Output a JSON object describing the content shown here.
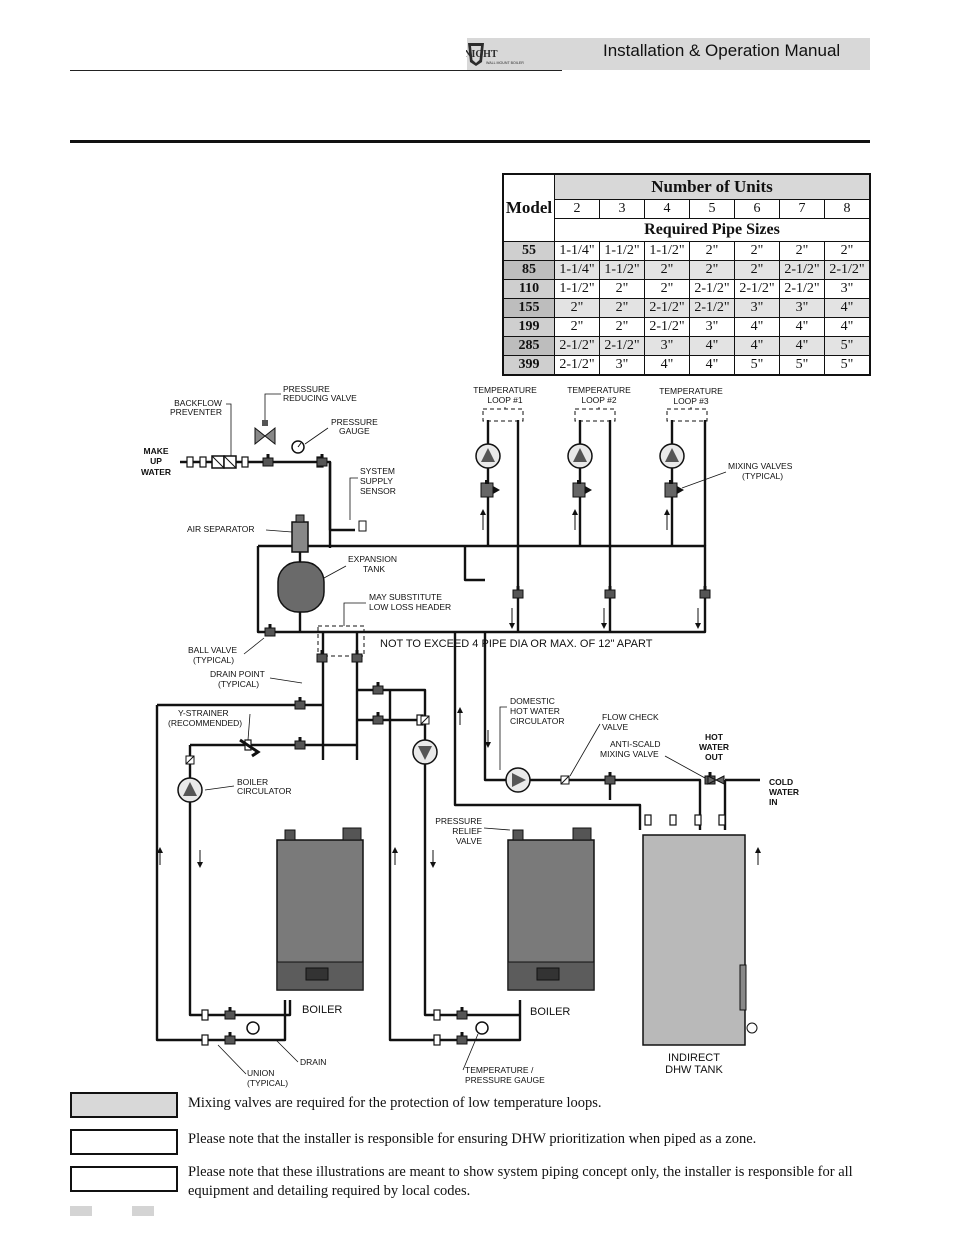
{
  "header": {
    "title": "Installation & Operation Manual",
    "logo_text": "KNIGHT",
    "logo_subtext": "WALL MOUNT BOILER"
  },
  "table": {
    "model_label": "Model",
    "units_label": "Number of Units",
    "sizes_label": "Required Pipe Sizes",
    "units": [
      "2",
      "3",
      "4",
      "5",
      "6",
      "7",
      "8"
    ],
    "rows": [
      {
        "model": "55",
        "sizes": [
          "1-1/4\"",
          "1-1/2\"",
          "1-1/2\"",
          "2\"",
          "2\"",
          "2\"",
          "2\""
        ]
      },
      {
        "model": "85",
        "sizes": [
          "1-1/4\"",
          "1-1/2\"",
          "2\"",
          "2\"",
          "2\"",
          "2-1/2\"",
          "2-1/2\""
        ]
      },
      {
        "model": "110",
        "sizes": [
          "1-1/2\"",
          "2\"",
          "2\"",
          "2-1/2\"",
          "2-1/2\"",
          "2-1/2\"",
          "3\""
        ]
      },
      {
        "model": "155",
        "sizes": [
          "2\"",
          "2\"",
          "2-1/2\"",
          "2-1/2\"",
          "3\"",
          "3\"",
          "4\""
        ]
      },
      {
        "model": "199",
        "sizes": [
          "2\"",
          "2\"",
          "2-1/2\"",
          "3\"",
          "4\"",
          "4\"",
          "4\""
        ]
      },
      {
        "model": "285",
        "sizes": [
          "2-1/2\"",
          "2-1/2\"",
          "3\"",
          "4\"",
          "4\"",
          "4\"",
          "5\""
        ]
      },
      {
        "model": "399",
        "sizes": [
          "2-1/2\"",
          "3\"",
          "4\"",
          "4\"",
          "5\"",
          "5\"",
          "5\""
        ]
      }
    ]
  },
  "diagram": {
    "backflow_1": "BACKFLOW",
    "backflow_2": "PREVENTER",
    "prv_1": "PRESSURE",
    "prv_2": "REDUCING VALVE",
    "pgauge_1": "PRESSURE",
    "pgauge_2": "GAUGE",
    "makeup_1": "MAKE",
    "makeup_2": "UP",
    "makeup_3": "WATER",
    "sss_1": "SYSTEM",
    "sss_2": "SUPPLY",
    "sss_3": "SENSOR",
    "air_sep": "AIR SEPARATOR",
    "exp_1": "EXPANSION",
    "exp_2": "TANK",
    "llh_1": "MAY SUBSTITUTE",
    "llh_2": "LOW LOSS HEADER",
    "not_exceed": "NOT TO EXCEED 4  PIPE DIA OR MAX. OF 12\" APART",
    "ball_1": "BALL VALVE",
    "ball_2": "(TYPICAL)",
    "drain_pt_1": "DRAIN POINT",
    "drain_pt_2": "(TYPICAL)",
    "ystr_1": "Y-STRAINER",
    "ystr_2": "(RECOMMENDED)",
    "bcirc_1": "BOILER",
    "bcirc_2": "CIRCULATOR",
    "loop1_1": "TEMPERATURE",
    "loop1_2": "LOOP #1",
    "loop2_1": "TEMPERATURE",
    "loop2_2": "LOOP #2",
    "loop3_1": "TEMPERATURE",
    "loop3_2": "LOOP #3",
    "mix_1": "MIXING VALVES",
    "mix_2": "(TYPICAL)",
    "dhw_circ_1": "DOMESTIC",
    "dhw_circ_2": "HOT WATER",
    "dhw_circ_3": "CIRCULATOR",
    "fcv_1": "FLOW CHECK",
    "fcv_2": "VALVE",
    "anti_1": "ANTI-SCALD",
    "anti_2": "MIXING VALVE",
    "hot_1": "HOT",
    "hot_2": "WATER",
    "hot_3": "OUT",
    "cold_1": "COLD",
    "cold_2": "WATER",
    "cold_3": "IN",
    "prelief_1": "PRESSURE",
    "prelief_2": "RELIEF",
    "prelief_3": "VALVE",
    "boiler1": "BOILER",
    "boiler2": "BOILER",
    "drain": "DRAIN",
    "union_1": "UNION",
    "union_2": "(TYPICAL)",
    "tp_1": "TEMPERATURE /",
    "tp_2": "PRESSURE GAUGE",
    "tank_1": "INDIRECT",
    "tank_2": "DHW TANK"
  },
  "notes": [
    "Mixing valves are required for the protection of low temperature loops.",
    "Please note that the installer is responsible for ensuring DHW prioritization when piped as a zone.",
    "Please note that these illustrations are meant to show system piping concept only, the installer is responsible for all equipment and detailing required by local codes."
  ]
}
